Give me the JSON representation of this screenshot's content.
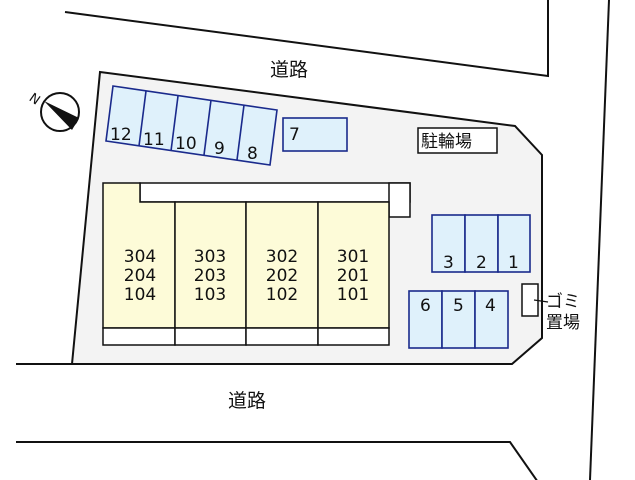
{
  "roads": {
    "top_label": "道路",
    "bottom_label": "道路"
  },
  "compass": {
    "north_label": "N",
    "icon": "north-arrow-icon"
  },
  "parking_spots": [
    "1",
    "2",
    "3",
    "4",
    "5",
    "6",
    "7",
    "8",
    "9",
    "10",
    "11",
    "12"
  ],
  "units": [
    {
      "lines": [
        "304",
        "204",
        "104"
      ]
    },
    {
      "lines": [
        "303",
        "203",
        "103"
      ]
    },
    {
      "lines": [
        "302",
        "202",
        "102"
      ]
    },
    {
      "lines": [
        "301",
        "201",
        "101"
      ]
    }
  ],
  "bicycle_parking_label": "駐輪場",
  "garbage_label": {
    "line1": "ゴミ",
    "line2": "置場"
  },
  "colors": {
    "parking": "#dff1fb",
    "parking_border": "#1a2a8c",
    "building": "#fdfbd8",
    "lot": "#f3f3f3"
  }
}
